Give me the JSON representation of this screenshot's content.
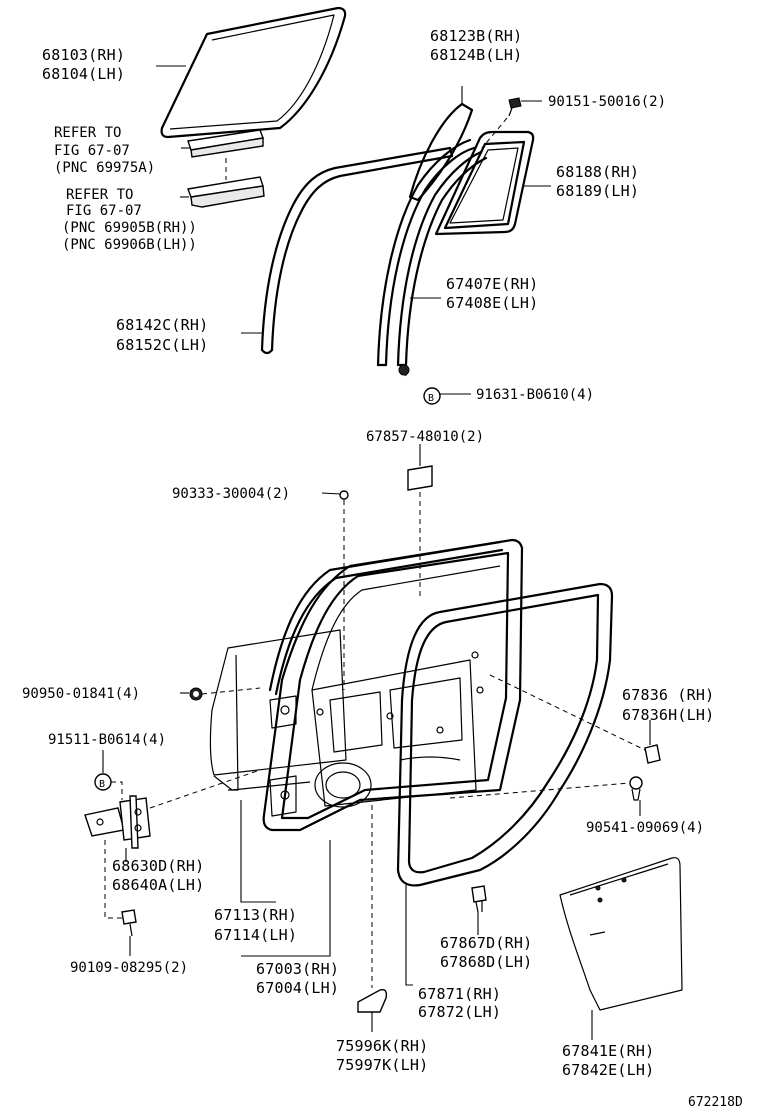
{
  "diagram_code": "672218D",
  "labels": {
    "glass": [
      "68103(RH)",
      "68104(LH)"
    ],
    "refer1": [
      "REFER TO",
      "FIG 67-07",
      "(PNC 69975A)"
    ],
    "refer2": [
      "REFER TO",
      "FIG 67-07",
      "(PNC 69905B(RH))",
      "(PNC 69906B(LH))"
    ],
    "run_outer": [
      "68142C(RH)",
      "68152C(LH)"
    ],
    "quarter_glass": [
      "68123B(RH)",
      "68124B(LH)"
    ],
    "screw_top": "90151-50016(2)",
    "quarter_frame": [
      "68188(RH)",
      "68189(LH)"
    ],
    "division_bar": [
      "67407E(RH)",
      "67408E(LH)"
    ],
    "bolt_b": "91631-B0610(4)",
    "pad": "67857-48010(2)",
    "plug": "90333-30004(2)",
    "grommet": "90950-01841(4)",
    "bolt_hinge": "91511-B0614(4)",
    "hinge": [
      "68630D(RH)",
      "68640A(LH)"
    ],
    "bolt_hinge_low": "90109-08295(2)",
    "weatherstrip_door": [
      "67113(RH)",
      "67114(LH)"
    ],
    "door_panel": [
      "67003(RH)",
      "67004(LH)"
    ],
    "emblem": [
      "75996K(RH)",
      "75997K(LH)"
    ],
    "clip_right": [
      "67836 (RH)",
      "67836H(LH)"
    ],
    "clip_round": "90541-09069(4)",
    "clip_lower": [
      "67867D(RH)",
      "67868D(LH)"
    ],
    "weatherstrip_body": [
      "67871(RH)",
      "67872(LH)"
    ],
    "service_cover": [
      "67841E(RH)",
      "67842E(LH)"
    ]
  }
}
